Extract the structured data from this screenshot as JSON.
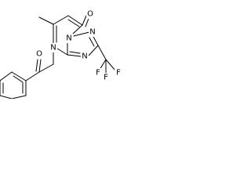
{
  "molecule": {
    "atoms": {
      "carbonyl_o_ring": "O",
      "carbonyl_o_side": "O",
      "n_ring_top": "N",
      "n_triazole_top": "N",
      "n_triazole_bottom": "N",
      "n_ring_bottom": "N",
      "f_left": "F",
      "f_bottom": "F",
      "f_right": "F"
    }
  }
}
